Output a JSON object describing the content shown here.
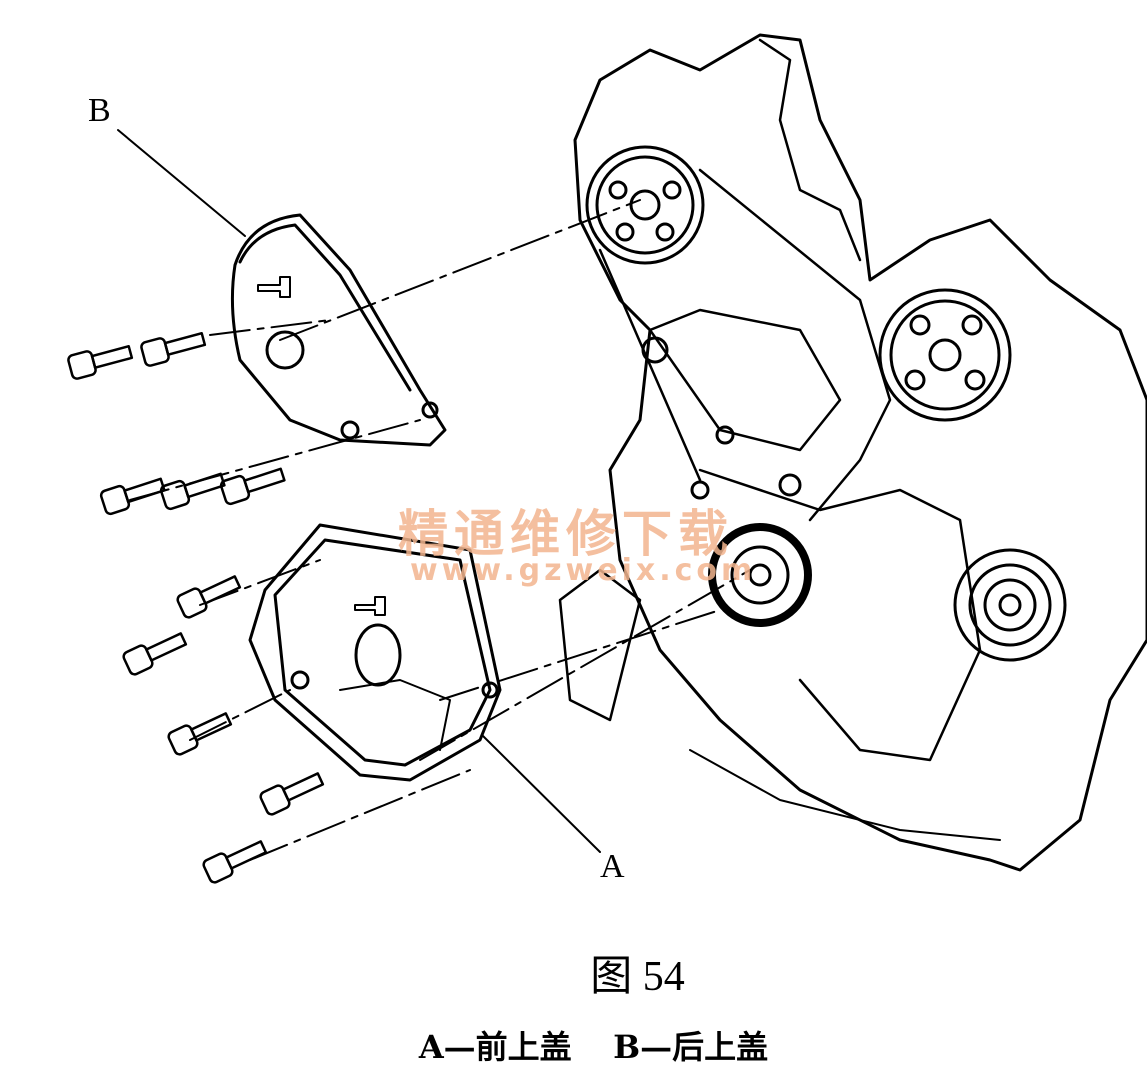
{
  "diagram": {
    "callouts": {
      "a": "A",
      "b": "B"
    },
    "figure_caption": "图 54",
    "legend": {
      "a": "A—前上盖",
      "b": "B—后上盖"
    },
    "watermark": {
      "text": "精通维修下载",
      "url": "www.gzweix.com"
    }
  }
}
